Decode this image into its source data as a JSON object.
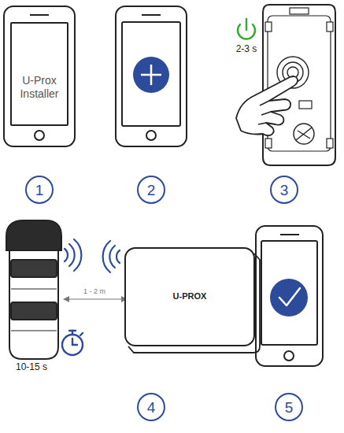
{
  "diagram": {
    "nodes": [
      {
        "text": [
          "U-Prox Installer"
        ]
      },
      {
        "text": [
          "1"
        ]
      },
      {
        "text": [
          "2"
        ]
      },
      {
        "text": [
          "3"
        ]
      },
      {
        "text": [
          "U-PROX"
        ]
      },
      {
        "text": [
          "4"
        ]
      },
      {
        "text": [
          "5"
        ]
      }
    ],
    "labels": [
      "2-3 s",
      "1 - 2 m",
      "10-15 s"
    ]
  }
}
